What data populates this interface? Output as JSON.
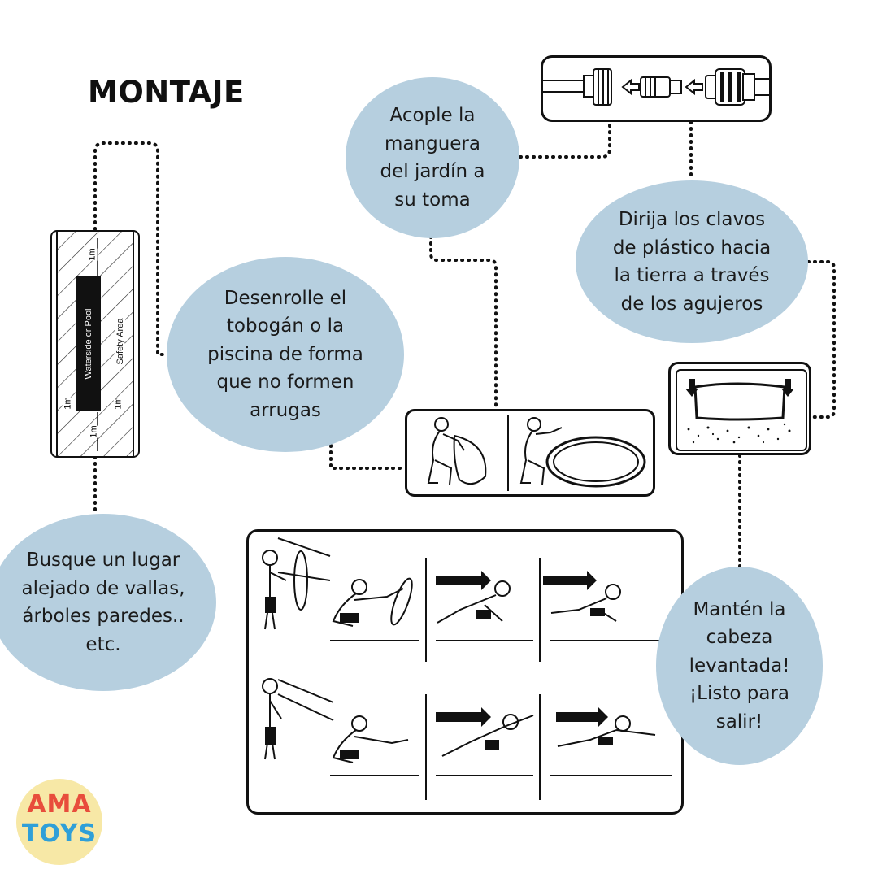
{
  "title": "MONTAJE",
  "steps": {
    "location": "Busque un lugar\nalejado de vallas,\nárboles paredes..\netc.",
    "unroll": "Desenrolle el\ntobogán o la\npiscina de forma\nque no formen\narrugas",
    "hose": "Acople la\nmanguera\ndel jardín a\nsu toma",
    "stakes": "Dirija los clavos\nde plástico hacia\nla tierra a través\nde los agujeros",
    "slide": "Mantén la\ncabeza\nlevantada!\n¡Listo para\nsalir!"
  },
  "layout_diagram": {
    "center_label": "Waterside or Pool",
    "side_label": "Safety Area",
    "distance": "1m"
  },
  "logo": {
    "line1": "AMA",
    "line2": "TOYS"
  },
  "colors": {
    "bubble": "#b6cfdf",
    "logo_bg": "#f7e8a6"
  }
}
